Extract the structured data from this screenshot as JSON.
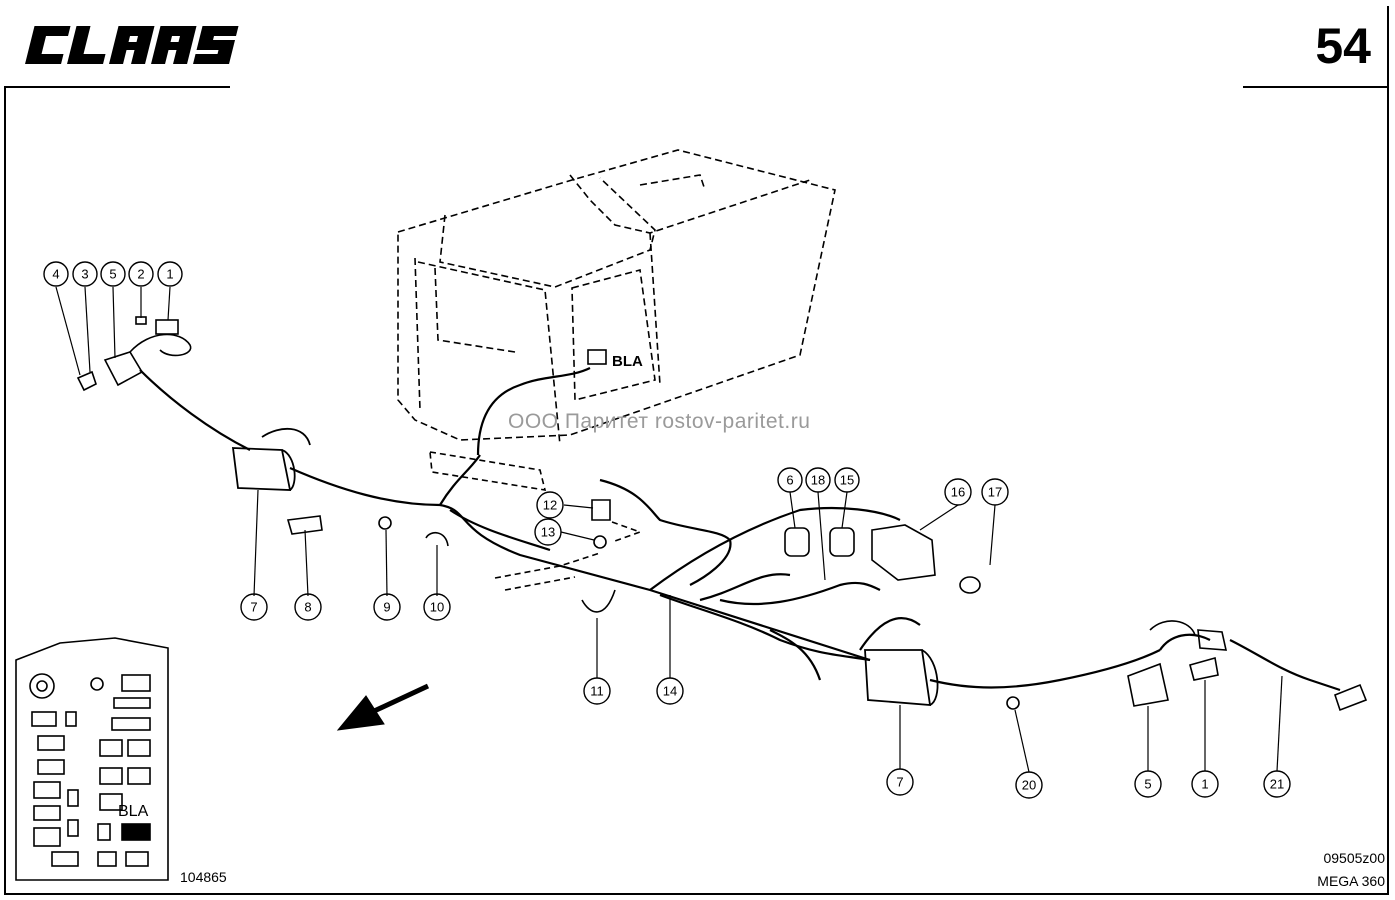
{
  "header": {
    "brand_logo": "CLAAS",
    "page_number": "54"
  },
  "watermark": "ООО Паритет    rostov-paritet.ru",
  "labels": {
    "bla_top": "BLA",
    "bla_panel": "BLA",
    "reference_number": "104865",
    "drawing_number": "09505z00",
    "model": "MEGA 360"
  },
  "callouts": [
    "4",
    "3",
    "5",
    "2",
    "1",
    "7",
    "8",
    "9",
    "10",
    "12",
    "13",
    "11",
    "14",
    "6",
    "18",
    "15",
    "16",
    "17",
    "7",
    "20",
    "5",
    "1",
    "21"
  ]
}
